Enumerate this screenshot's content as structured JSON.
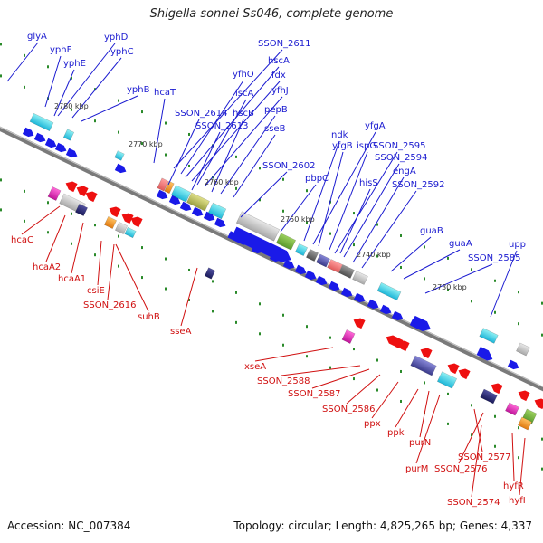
{
  "title": "Shigella sonnei Ss046, complete genome",
  "footer": {
    "accession": "Accession: NC_007384",
    "summary": "Topology: circular; Length: 4,825,265 bp; Genes: 4,337"
  },
  "colors": {
    "forward_label": "#1a1ad0",
    "reverse_label": "#d01010",
    "forward_arrow": "#1a1ae8",
    "reverse_arrow": "#ee1010",
    "backbone": "#7a7a7a",
    "dots": "#2a8a2a"
  },
  "kbp_ticks": [
    "2780 kbp",
    "2770 kbp",
    "2760 kbp",
    "2750 kbp",
    "2740 kbp",
    "2730 kbp"
  ],
  "forward_genes": [
    "glyA",
    "yphF",
    "yphD",
    "yphE",
    "yphC",
    "yphB",
    "hcaT",
    "SSON_2611",
    "yfhO",
    "hscA",
    "fdx",
    "iscA",
    "yfhJ",
    "SSON_2614",
    "hscB",
    "pepB",
    "SSON_2613",
    "sseB",
    "yfgA",
    "ndk",
    "SSON_2595",
    "SSON_2602",
    "yfgB",
    "ispG",
    "SSON_2594",
    "engA",
    "pbpC",
    "hisS",
    "SSON_2592",
    "guaB",
    "guaA",
    "SSON_2585",
    "upp"
  ],
  "reverse_genes": [
    "hcaC",
    "hcaA2",
    "hcaA1",
    "csiE",
    "SSON_2616",
    "suhB",
    "sseA",
    "xseA",
    "SSON_2588",
    "SSON_2587",
    "SSON_2586",
    "ppx",
    "ppk",
    "purN",
    "purM",
    "SSON_2577",
    "SSON_2576",
    "SSON_2574",
    "hyfR",
    "hyfI"
  ]
}
